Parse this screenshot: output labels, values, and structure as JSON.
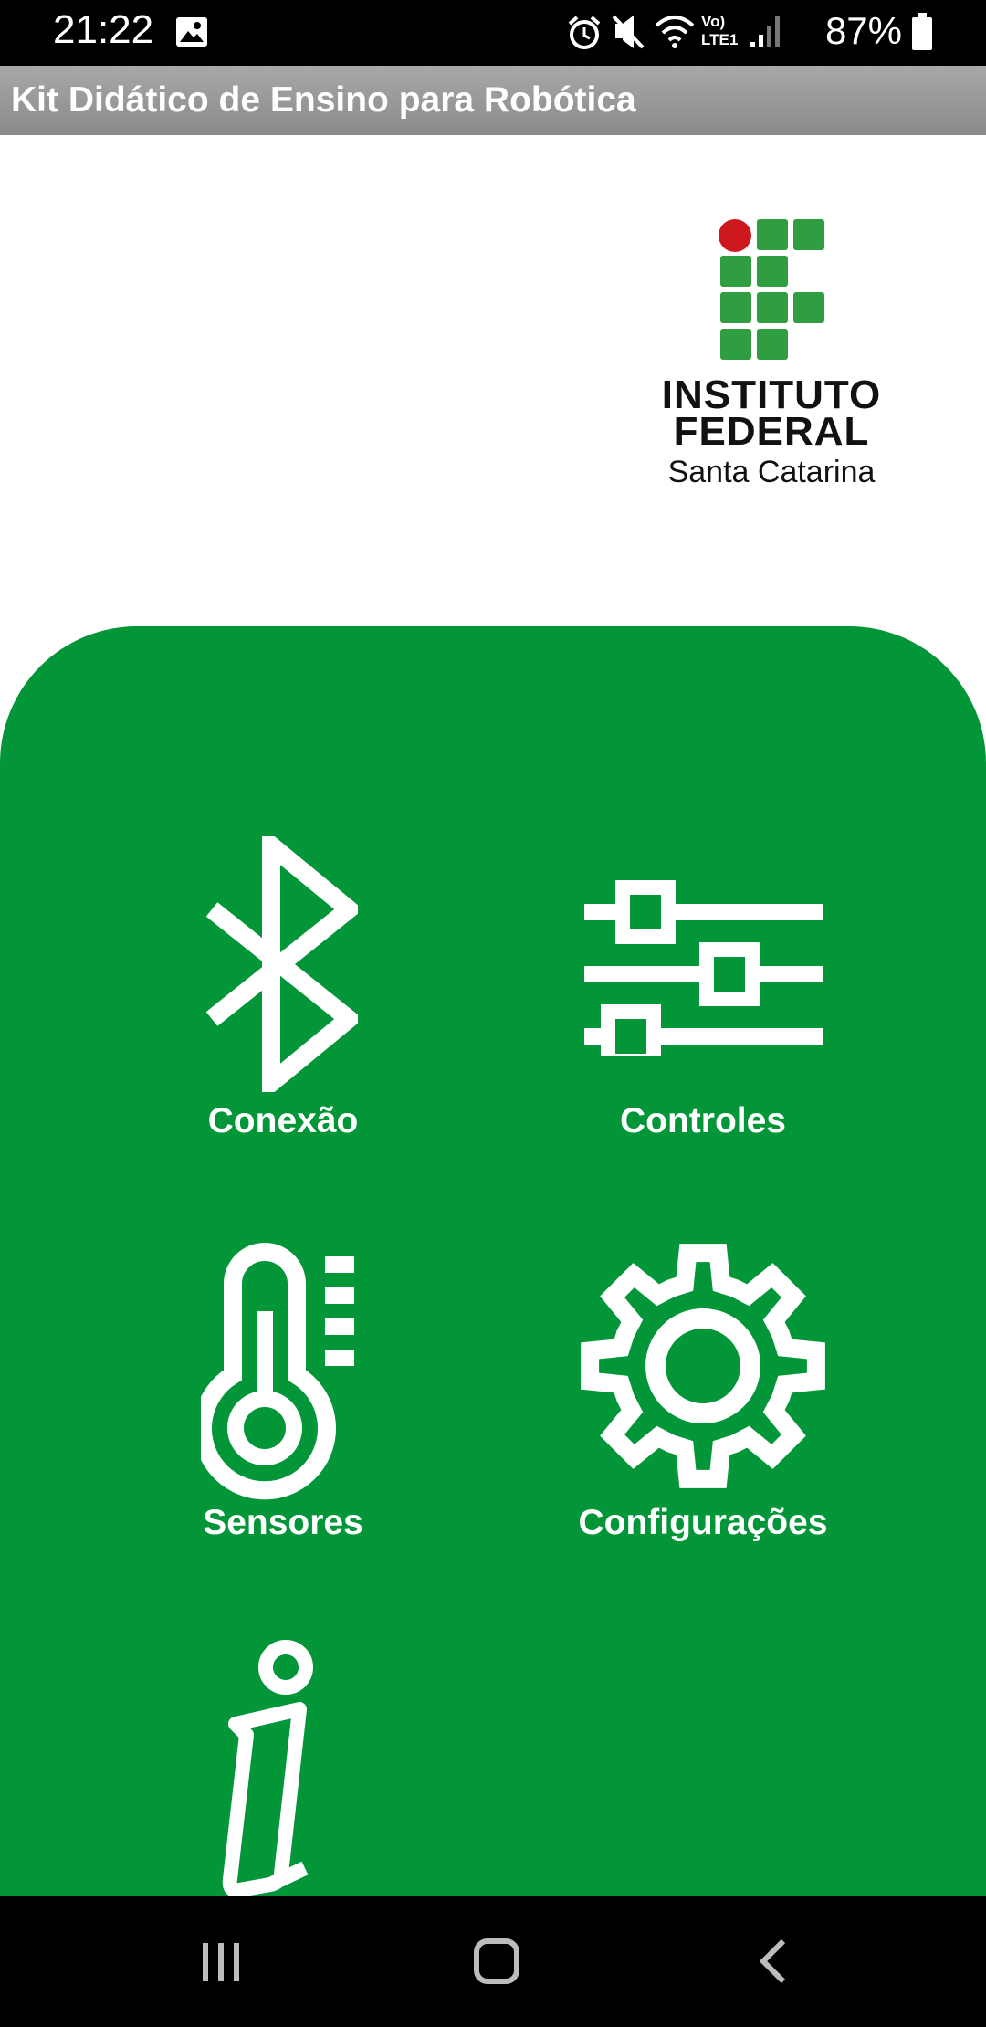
{
  "status_bar": {
    "time": "21:22",
    "battery": "87%",
    "network": "Vo) LTE1",
    "icons": [
      "image-icon",
      "alarm-icon",
      "mute-icon",
      "wifi-icon",
      "signal-icon",
      "battery-icon"
    ]
  },
  "app_bar": {
    "title": "Kit Didático de Ensino para Robótica"
  },
  "logo": {
    "line1": "INSTITUTO",
    "line2": "FEDERAL",
    "line3": "Santa Catarina",
    "colors": {
      "green": "#2f9e41",
      "red": "#cd191e"
    }
  },
  "menu": {
    "items": [
      {
        "label": "Conexão",
        "icon": "bluetooth-icon"
      },
      {
        "label": "Controles",
        "icon": "sliders-icon"
      },
      {
        "label": "Sensores",
        "icon": "thermometer-icon"
      },
      {
        "label": "Configurações",
        "icon": "gear-icon"
      },
      {
        "label": "",
        "icon": "info-icon"
      }
    ]
  },
  "colors": {
    "panel_green": "#029639",
    "app_bar_gray": "#9a9a9a"
  },
  "nav_bar": {
    "buttons": [
      "recent-apps-icon",
      "home-icon",
      "back-icon"
    ]
  }
}
